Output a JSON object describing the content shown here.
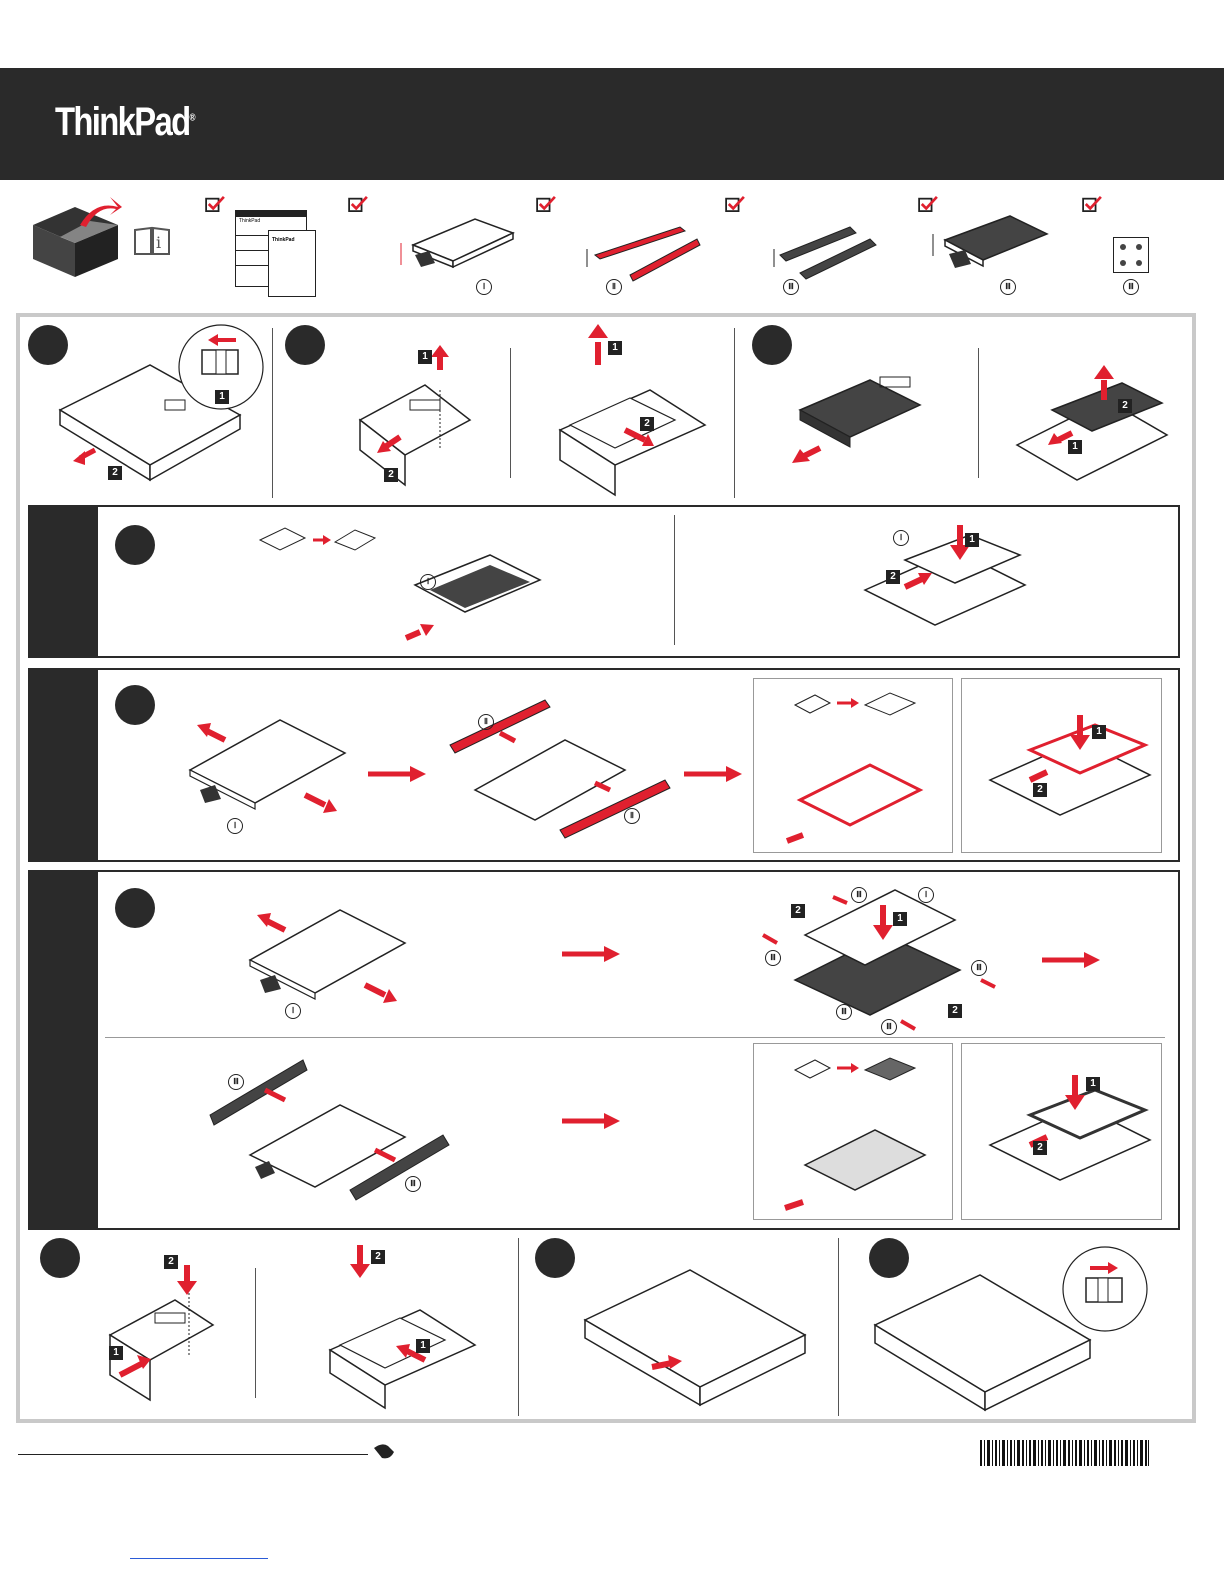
{
  "header": {
    "brand_text": "ThinkPad",
    "brand_mark": "®",
    "bg_color": "#2a2a2a",
    "accent_color": "#e0202f"
  },
  "contents": {
    "items": [
      {
        "name": "documents",
        "icon": "booklet-icon",
        "label": "ThinkPad",
        "label2": "ThinkPad"
      },
      {
        "name": "drive",
        "icon": "drive-icon",
        "marker": "Ⅰ"
      },
      {
        "name": "red-rails",
        "icon": "rail-icon",
        "marker": "Ⅱ"
      },
      {
        "name": "black-rails",
        "icon": "rail-icon",
        "marker": "Ⅲ"
      },
      {
        "name": "tray",
        "icon": "tray-icon",
        "marker": "Ⅲ"
      },
      {
        "name": "screws",
        "icon": "screws-icon",
        "marker": "Ⅲ"
      }
    ]
  },
  "badges": {
    "one": "1",
    "two": "2"
  },
  "markers": {
    "one": "Ⅰ",
    "two": "Ⅱ",
    "three": "Ⅲ"
  }
}
